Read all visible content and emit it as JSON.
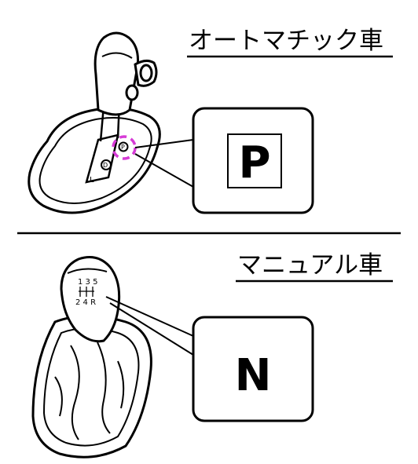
{
  "automatic": {
    "title": "オートマチック車",
    "callout_label": "P",
    "gate_labels": [
      "P",
      "D",
      "L"
    ]
  },
  "manual": {
    "title": "マニュアル車",
    "callout_label": "N",
    "shift_top": "1 3 5",
    "shift_bottom": "2 4 R"
  },
  "colors": {
    "line": "#000000",
    "highlight": "#d63bd6",
    "background": "#ffffff"
  }
}
